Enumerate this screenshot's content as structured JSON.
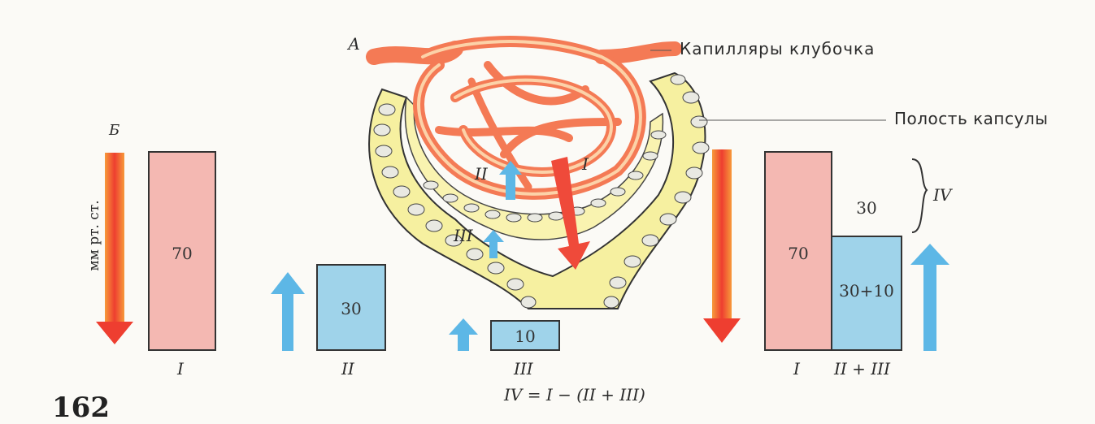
{
  "labels": {
    "A": "А",
    "B": "Б",
    "capillaries": "Капилляры клубочка",
    "capsule_cavity": "Полость капсулы",
    "unit": "мм рт. ст.",
    "formula": "IV = I − (II + III)",
    "page_number": "162"
  },
  "left_panel": {
    "bar_I": {
      "value": "70",
      "label": "I"
    },
    "bar_II": {
      "value": "30",
      "label": "II"
    },
    "bar_III": {
      "value": "10",
      "label": "III"
    }
  },
  "center": {
    "arrow_I": "I",
    "arrow_II": "II",
    "arrow_III": "III"
  },
  "right_panel": {
    "bar_I": {
      "value": "70",
      "label": "I"
    },
    "bar_II_III": {
      "value": "30+10",
      "label": "II + III"
    },
    "gap_value": "30",
    "gap_label": "IV"
  },
  "colors": {
    "red_arrow": "#ef4a3a",
    "blue_arrow": "#5db7e6",
    "pink_bar": "#f4b8b2",
    "blue_bar": "#9fd3ea",
    "capsule_fill": "#f6f0a0",
    "capillary": "#f47a55"
  }
}
